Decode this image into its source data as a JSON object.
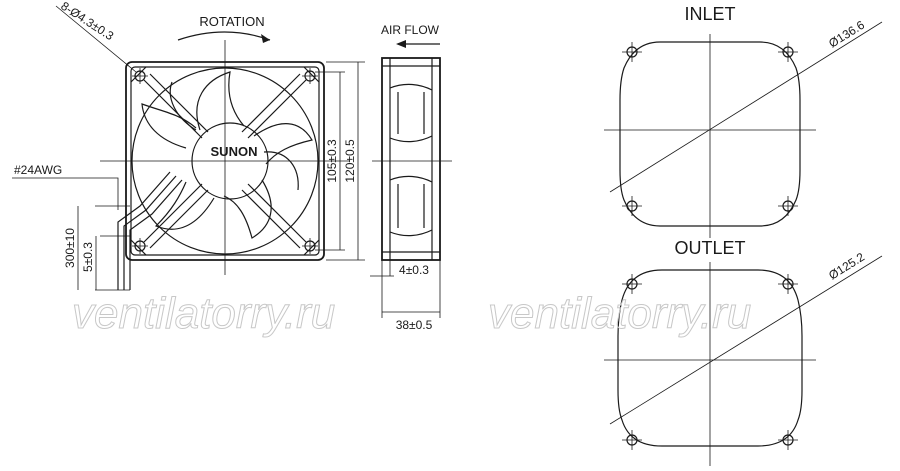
{
  "colors": {
    "line": "#1a1a1a",
    "watermark": "#c8c8c8",
    "background": "#ffffff"
  },
  "front_view": {
    "hole_spec": "8-Ø4.3±0.3",
    "rotation_label": "ROTATION",
    "brand": "SUNON",
    "wire_label": "#24AWG",
    "lead_length": "300±10",
    "strip_length": "5±0.3",
    "hole_spacing": "105±0.3",
    "frame_size": "120±0.5"
  },
  "side_view": {
    "airflow_label": "AIR FLOW",
    "flange_thickness": "4±0.3",
    "depth": "38±0.5"
  },
  "inlet": {
    "title": "INLET",
    "diameter": "Ø136.6"
  },
  "outlet": {
    "title": "OUTLET",
    "diameter": "Ø125.2"
  },
  "watermarks": [
    "ventilatorry.ru",
    "ventilatorry.ru"
  ]
}
